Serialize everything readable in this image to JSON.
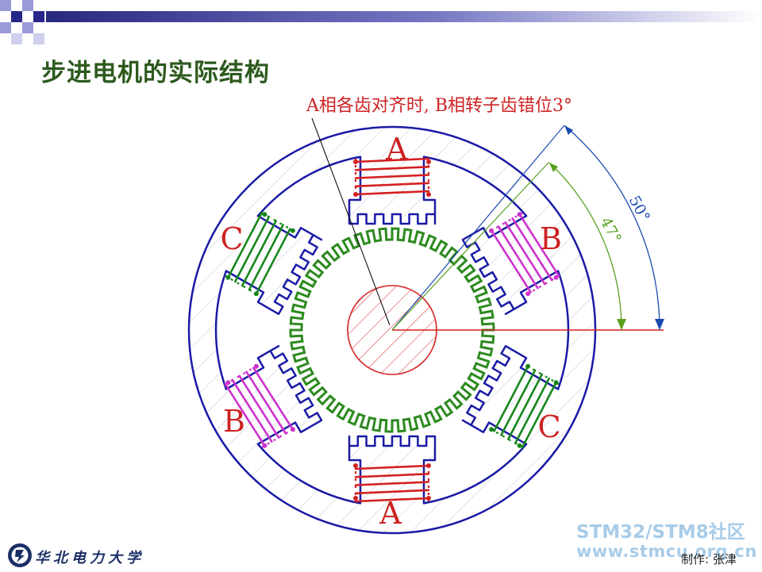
{
  "slide": {
    "title": "步进电机的实际结构",
    "author_credit": "制作: 张津"
  },
  "diagram": {
    "annotation": "A相各齿对齐时, B相转子齿错位3°",
    "angle_outer_label": "50°",
    "angle_inner_label": "47°",
    "pole_labels": {
      "top": "A",
      "bottom": "A",
      "upper_right": "B",
      "lower_left": "B",
      "upper_left": "C",
      "lower_right": "C"
    }
  },
  "branding": {
    "university_name": "华北电力大学",
    "watermark_line1": "STM32/STM8社区",
    "watermark_line2": "www.stmcu.org.cn"
  },
  "colors": {
    "stator_outline": "#1a1aa6",
    "rotor_teeth": "#2d8a1f",
    "shaft": "#d42020",
    "coil_a": "#d42020",
    "coil_b": "#cc33cc",
    "coil_c": "#16861a",
    "outer_angle": "#1a4ab0",
    "inner_angle": "#5aa020",
    "label_red": "#cc2222",
    "title_green": "#2d5a1e"
  }
}
